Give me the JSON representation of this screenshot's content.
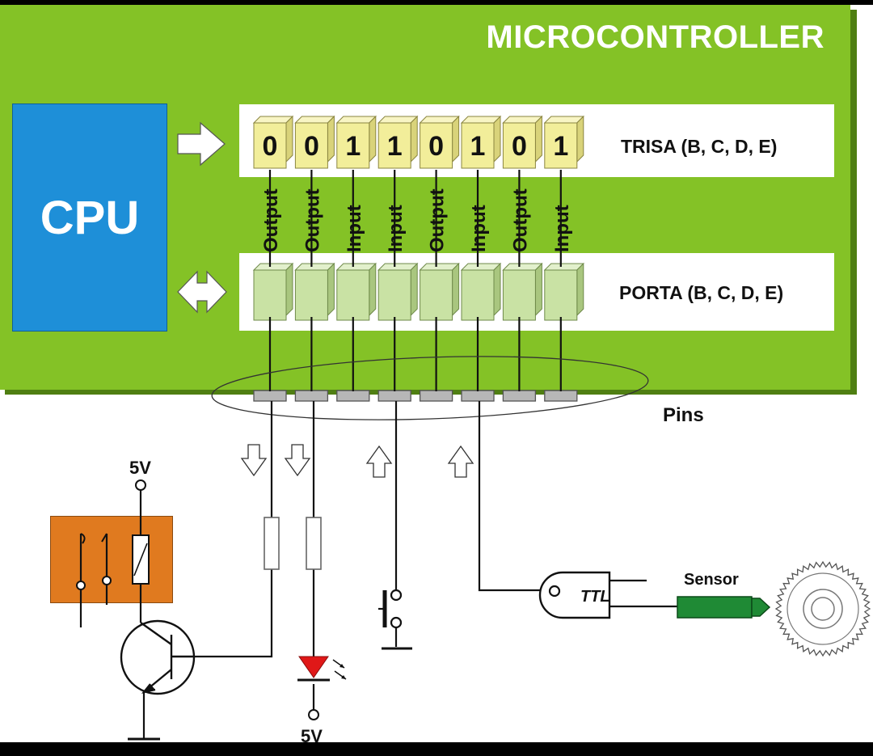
{
  "title": "MICROCONTROLLER",
  "cpu": {
    "label": "CPU"
  },
  "trisa": {
    "label": "TRISA (B, C, D, E)",
    "bits": [
      "0",
      "0",
      "1",
      "1",
      "0",
      "1",
      "0",
      "1"
    ],
    "directions": [
      "Output",
      "Output",
      "Input",
      "Input",
      "Output",
      "Input",
      "Output",
      "Input"
    ]
  },
  "porta": {
    "label": "PORTA (B, C, D, E)"
  },
  "pins": {
    "label": "Pins"
  },
  "circuit": {
    "relay_supply": "5V",
    "led_supply": "5V",
    "gate_label": "TTL",
    "sensor_label": "Sensor"
  },
  "colors": {
    "board": "#84c226",
    "cpu": "#1e8fd8",
    "trisa_cell": "#f2ee9a",
    "porta_cell": "#c9e2a4",
    "relay": "#e07a1f",
    "led": "#e01818",
    "sensor": "#1f8a35"
  }
}
